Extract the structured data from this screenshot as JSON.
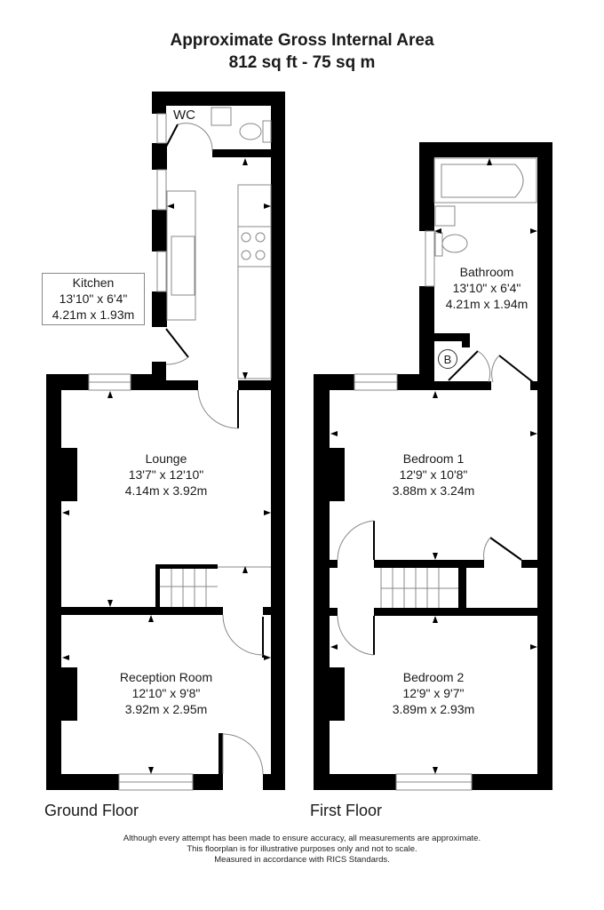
{
  "header": {
    "title_line1": "Approximate Gross Internal Area",
    "title_line2": "812 sq ft - 75 sq m"
  },
  "floors": [
    {
      "label": "Ground Floor",
      "rooms": [
        {
          "name": "WC",
          "imperial": "",
          "metric": ""
        },
        {
          "name": "Kitchen",
          "imperial": "13'10\" x 6'4\"",
          "metric": "4.21m x 1.93m"
        },
        {
          "name": "Lounge",
          "imperial": "13'7\" x 12'10\"",
          "metric": "4.14m x 3.92m"
        },
        {
          "name": "Reception Room",
          "imperial": "12'10\" x 9'8\"",
          "metric": "3.92m x 2.95m"
        }
      ]
    },
    {
      "label": "First Floor",
      "rooms": [
        {
          "name": "Bathroom",
          "imperial": "13'10\" x 6'4\"",
          "metric": "4.21m x 1.94m"
        },
        {
          "name": "Bedroom 1",
          "imperial": "12'9\" x 10'8\"",
          "metric": "3.88m x 3.24m"
        },
        {
          "name": "Bedroom 2",
          "imperial": "12'9\" x 9'7\"",
          "metric": "3.89m x 2.93m"
        }
      ],
      "boiler_symbol": "B"
    }
  ],
  "footer": {
    "line1": "Although every attempt has been made to ensure accuracy, all measurements are approximate.",
    "line2": "This floorplan is for illustrative purposes only and not to scale.",
    "line3": "Measured in accordance with RICS Standards."
  },
  "colors": {
    "wall": "#000000",
    "fixture_line": "#888888",
    "background": "#ffffff"
  }
}
